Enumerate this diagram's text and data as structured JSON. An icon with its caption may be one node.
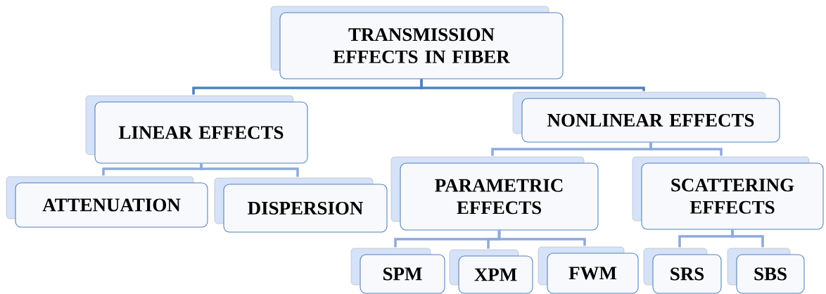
{
  "diagram": {
    "nodes": [
      {
        "text": [
          "TRANSMISSION EFFECTS IN FIBER"
        ]
      },
      {
        "text": [
          "LINEAR EFFECTS"
        ]
      },
      {
        "text": [
          "NONLINEAR EFFECTS"
        ]
      },
      {
        "text": [
          "ATTENUATION"
        ]
      },
      {
        "text": [
          "DISPERSION"
        ]
      },
      {
        "text": [
          "PARAMETRIC EFFECTS"
        ]
      },
      {
        "text": [
          "SCATTERING EFFECTS"
        ]
      },
      {
        "text": [
          "SPM"
        ]
      },
      {
        "text": [
          "XPM"
        ]
      },
      {
        "text": [
          "FWM"
        ]
      },
      {
        "text": [
          "SRS"
        ]
      },
      {
        "text": [
          "SBS"
        ]
      }
    ],
    "edges": [
      {
        "from": 0,
        "to": 1,
        "arrow": "none",
        "color": "#4f81bd"
      },
      {
        "from": 0,
        "to": 2,
        "arrow": "none",
        "color": "#4f81bd"
      },
      {
        "from": 1,
        "to": 3,
        "arrow": "none"
      },
      {
        "from": 1,
        "to": 4,
        "arrow": "none"
      },
      {
        "from": 2,
        "to": 5,
        "arrow": "none"
      },
      {
        "from": 2,
        "to": 6,
        "arrow": "none"
      },
      {
        "from": 5,
        "to": 7,
        "arrow": "none"
      },
      {
        "from": 5,
        "to": 8,
        "arrow": "none"
      },
      {
        "from": 5,
        "to": 9,
        "arrow": "none"
      },
      {
        "from": 6,
        "to": 10,
        "arrow": "none"
      },
      {
        "from": 6,
        "to": 11,
        "arrow": "none"
      }
    ]
  }
}
